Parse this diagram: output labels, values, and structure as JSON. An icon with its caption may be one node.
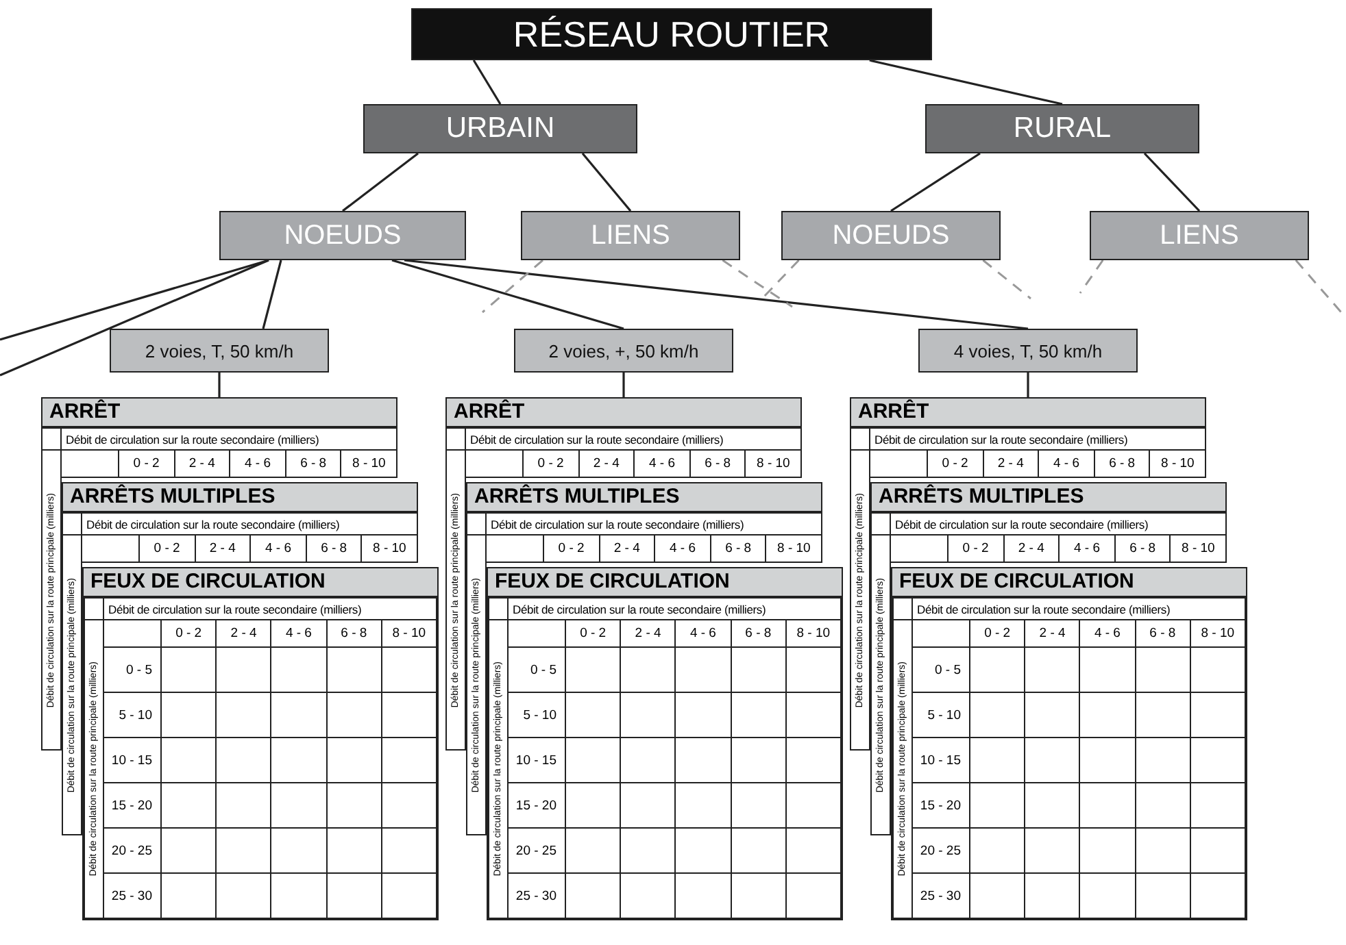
{
  "diagram": {
    "nodes": [
      {
        "text": [
          "RÉSEAU ROUTIER"
        ]
      },
      {
        "text": [
          "URBAIN"
        ]
      },
      {
        "text": [
          "RURAL"
        ]
      },
      {
        "text": [
          "NOEUDS"
        ]
      },
      {
        "text": [
          "LIENS"
        ]
      },
      {
        "text": [
          "NOEUDS"
        ]
      },
      {
        "text": [
          "LIENS"
        ]
      },
      {
        "text": [
          "2 voies, T, 50 km/h"
        ]
      },
      {
        "text": [
          "2 voies, +, 50 km/h"
        ]
      },
      {
        "text": [
          "4 voies, T, 50 km/h"
        ]
      },
      {
        "text": [
          "ARRÊT",
          "Débit de circulation sur la route secondaire (milliers)",
          "Débit de circulation sur la route principale (milliers)",
          "0 - 2",
          "2 - 4",
          "4 - 6",
          "6 - 8",
          "8 - 10"
        ]
      },
      {
        "text": [
          "ARRÊTS MULTIPLES",
          "Débit de circulation sur la route secondaire (milliers)",
          "Débit de circulation sur la route principale (milliers)",
          "0 - 2",
          "2 - 4",
          "4 - 6",
          "6 - 8",
          "8 - 10"
        ]
      },
      {
        "text": [
          "FEUX DE CIRCULATION",
          "Débit de circulation sur la route secondaire (milliers)",
          "Débit de circulation sur la route principale (milliers)",
          "0 - 2",
          "2 - 4",
          "4 - 6",
          "6 - 8",
          "8 - 10",
          "0 - 5",
          "5 - 10",
          "10 - 15",
          "15 - 20",
          "20 - 25",
          "25 - 30"
        ]
      },
      {
        "text": [
          "ARRÊT",
          "Débit de circulation sur la route secondaire (milliers)",
          "Débit de circulation sur la route principale (milliers)",
          "0 - 2",
          "2 - 4",
          "4 - 6",
          "6 - 8",
          "8 - 10"
        ]
      },
      {
        "text": [
          "ARRÊTS MULTIPLES",
          "Débit de circulation sur la route secondaire (milliers)",
          "Débit de circulation sur la route principale (milliers)",
          "0 - 2",
          "2 - 4",
          "4 - 6",
          "6 - 8",
          "8 - 10"
        ]
      },
      {
        "text": [
          "FEUX DE CIRCULATION",
          "Débit de circulation sur la route secondaire (milliers)",
          "Débit de circulation sur la route principale (milliers)",
          "0 - 2",
          "2 - 4",
          "4 - 6",
          "6 - 8",
          "8 - 10",
          "0 - 5",
          "5 - 10",
          "10 - 15",
          "15 - 20",
          "20 - 25",
          "25 - 30"
        ]
      },
      {
        "text": [
          "ARRÊT",
          "Débit de circulation sur la route secondaire (milliers)",
          "Débit de circulation sur la route principale (milliers)",
          "0 - 2",
          "2 - 4",
          "4 - 6",
          "6 - 8",
          "8 - 10"
        ]
      },
      {
        "text": [
          "ARRÊTS MULTIPLES",
          "Débit de circulation sur la route secondaire (milliers)",
          "Débit de circulation sur la route principale (milliers)",
          "0 - 2",
          "2 - 4",
          "4 - 6",
          "6 - 8",
          "8 - 10"
        ]
      },
      {
        "text": [
          "FEUX DE CIRCULATION",
          "Débit de circulation sur la route secondaire (milliers)",
          "Débit de circulation sur la route principale (milliers)",
          "0 - 2",
          "2 - 4",
          "4 - 6",
          "6 - 8",
          "8 - 10",
          "0 - 5",
          "5 - 10",
          "10 - 15",
          "15 - 20",
          "20 - 25",
          "25 - 30"
        ]
      }
    ],
    "edges": [
      {
        "from": 0,
        "to": 1,
        "arrow": "none"
      },
      {
        "from": 0,
        "to": 2,
        "arrow": "none"
      },
      {
        "from": 1,
        "to": 3,
        "arrow": "none"
      },
      {
        "from": 1,
        "to": 4,
        "arrow": "none"
      },
      {
        "from": 2,
        "to": 5,
        "arrow": "none"
      },
      {
        "from": 2,
        "to": 6,
        "arrow": "none"
      },
      {
        "from": 3,
        "to": null,
        "arrow": "none"
      },
      {
        "from": 3,
        "to": null,
        "arrow": "none"
      },
      {
        "from": 3,
        "to": 7,
        "arrow": "none"
      },
      {
        "from": 3,
        "to": 8,
        "arrow": "none"
      },
      {
        "from": 3,
        "to": 9,
        "arrow": "none"
      },
      {
        "from": 4,
        "to": null,
        "arrow": "none",
        "style": "dashed",
        "color": "#999999"
      },
      {
        "from": 4,
        "to": null,
        "arrow": "none",
        "style": "dashed",
        "color": "#999999"
      },
      {
        "from": 5,
        "to": null,
        "arrow": "none",
        "style": "dashed",
        "color": "#999999"
      },
      {
        "from": 5,
        "to": null,
        "arrow": "none",
        "style": "dashed",
        "color": "#999999"
      },
      {
        "from": 6,
        "to": null,
        "arrow": "none",
        "style": "dashed",
        "color": "#999999"
      },
      {
        "from": 6,
        "to": null,
        "arrow": "none",
        "style": "dashed",
        "color": "#999999"
      },
      {
        "from": 7,
        "to": 10,
        "arrow": "none"
      },
      {
        "from": 8,
        "to": 13,
        "arrow": "none"
      },
      {
        "from": 9,
        "to": 16,
        "arrow": "none"
      }
    ]
  }
}
